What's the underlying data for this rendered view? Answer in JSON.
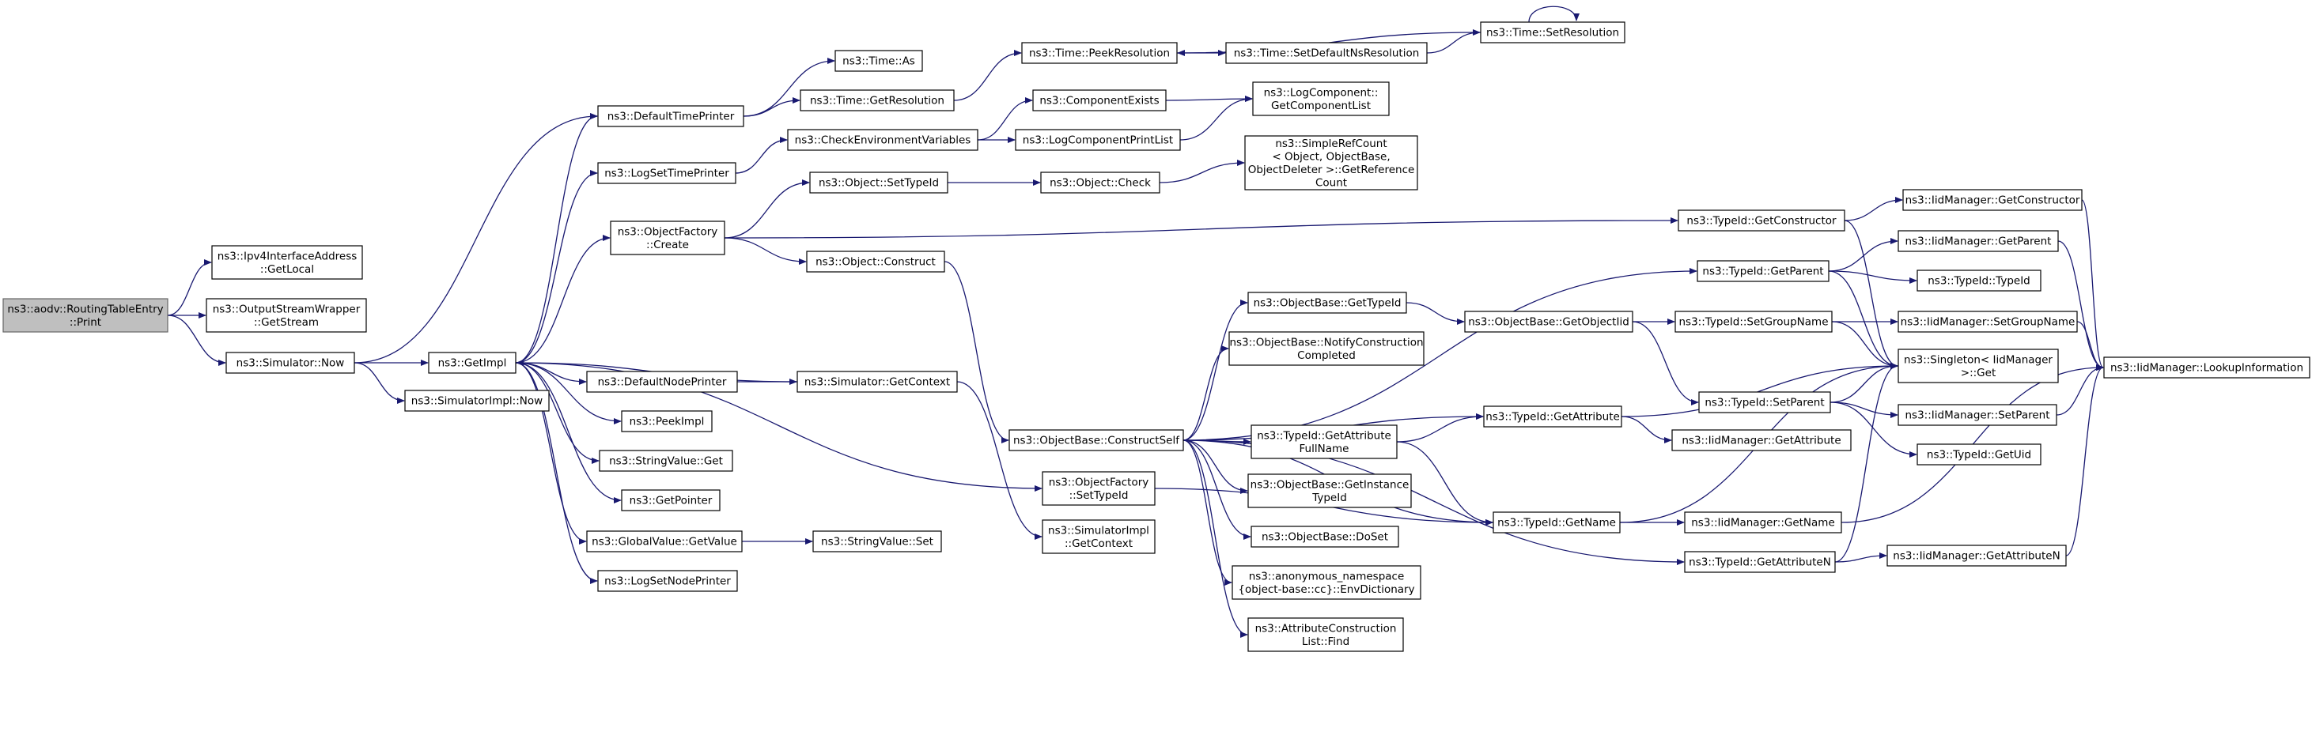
{
  "nodes": {
    "root": [
      "ns3::aodv::RoutingTableEntry",
      "::Print"
    ],
    "ipv4getlocal": [
      "ns3::Ipv4InterfaceAddress",
      "::GetLocal"
    ],
    "outstream": [
      "ns3::OutputStreamWrapper",
      "::GetStream"
    ],
    "simnow": [
      "ns3::Simulator::Now"
    ],
    "defaulttimeprinter": [
      "ns3::DefaultTimePrinter"
    ],
    "logsettimeprinter": [
      "ns3::LogSetTimePrinter"
    ],
    "objfactorycreate": [
      "ns3::ObjectFactory",
      "::Create"
    ],
    "getimpl": [
      "ns3::GetImpl"
    ],
    "simimplnow": [
      "ns3::SimulatorImpl::Now"
    ],
    "defaultnodeprinter": [
      "ns3::DefaultNodePrinter"
    ],
    "peekimpl": [
      "ns3::PeekImpl"
    ],
    "stringvalueget": [
      "ns3::StringValue::Get"
    ],
    "getpointer": [
      "ns3::GetPointer"
    ],
    "globalvalueget": [
      "ns3::GlobalValue::GetValue"
    ],
    "logsetnodeprinter": [
      "ns3::LogSetNodePrinter"
    ],
    "timeas": [
      "ns3::Time::As"
    ],
    "timegetres": [
      "ns3::Time::GetResolution"
    ],
    "checkenv": [
      "ns3::CheckEnvironmentVariables"
    ],
    "objsettypeid": [
      "ns3::Object::SetTypeId"
    ],
    "objconstruct": [
      "ns3::Object::Construct"
    ],
    "simgetcontext": [
      "ns3::Simulator::GetContext"
    ],
    "stringvalueset": [
      "ns3::StringValue::Set"
    ],
    "peekres": [
      "ns3::Time::PeekResolution"
    ],
    "setdefaultns": [
      "ns3::Time::SetDefaultNsResolution"
    ],
    "setres": [
      "ns3::Time::SetResolution"
    ],
    "compexists": [
      "ns3::ComponentExists"
    ],
    "logcompprint": [
      "ns3::LogComponentPrintList"
    ],
    "objcheck": [
      "ns3::Object::Check"
    ],
    "logcomplist": [
      "ns3::LogComponent::",
      "GetComponentList"
    ],
    "simplerefcount": [
      "ns3::SimpleRefCount",
      "< Object, ObjectBase,",
      "ObjectDeleter >::GetReference",
      "Count"
    ],
    "obgettypeid": [
      "ns3::ObjectBase::GetTypeId"
    ],
    "obnotify": [
      "ns3::ObjectBase::NotifyConstruction",
      "Completed"
    ],
    "obconstructself": [
      "ns3::ObjectBase::ConstructSelf"
    ],
    "ofsettypeid": [
      "ns3::ObjectFactory",
      "::SetTypeId"
    ],
    "simimplgetcontext": [
      "ns3::SimulatorImpl",
      "::GetContext"
    ],
    "tidgetattrfullname": [
      "ns3::TypeId::GetAttribute",
      "FullName"
    ],
    "obgetinstance": [
      "ns3::ObjectBase::GetInstance",
      "TypeId"
    ],
    "obdoset": [
      "ns3::ObjectBase::DoSet"
    ],
    "envdict": [
      "ns3::anonymous_namespace",
      "{object-base::cc}::EnvDictionary"
    ],
    "attrconstruct": [
      "ns3::AttributeConstruction",
      "List::Find"
    ],
    "obgetobjectiid": [
      "ns3::ObjectBase::GetObjectIid"
    ],
    "tidgetattr": [
      "ns3::TypeId::GetAttribute"
    ],
    "tidgetname": [
      "ns3::TypeId::GetName"
    ],
    "tidgetattrn": [
      "ns3::TypeId::GetAttributeN"
    ],
    "tidgetconstructor": [
      "ns3::TypeId::GetConstructor"
    ],
    "tidgetparent": [
      "ns3::TypeId::GetParent"
    ],
    "tidsetgroupname": [
      "ns3::TypeId::SetGroupName"
    ],
    "tidsetparent": [
      "ns3::TypeId::SetParent"
    ],
    "iidgetattr": [
      "ns3::IidManager::GetAttribute"
    ],
    "iidgetname": [
      "ns3::IidManager::GetName"
    ],
    "iidgetattrn": [
      "ns3::IidManager::GetAttributeN"
    ],
    "singleton": [
      "ns3::Singleton< IidManager",
      ">::Get"
    ],
    "iidgetconstructor": [
      "ns3::IidManager::GetConstructor"
    ],
    "iidgetparent": [
      "ns3::IidManager::GetParent"
    ],
    "tidtypeid": [
      "ns3::TypeId::TypeId"
    ],
    "iidsetgroupname": [
      "ns3::IidManager::SetGroupName"
    ],
    "iidsetparent": [
      "ns3::IidManager::SetParent"
    ],
    "tidgetuid": [
      "ns3::TypeId::GetUid"
    ],
    "lookup": [
      "ns3::IidManager::LookupInformation"
    ]
  }
}
